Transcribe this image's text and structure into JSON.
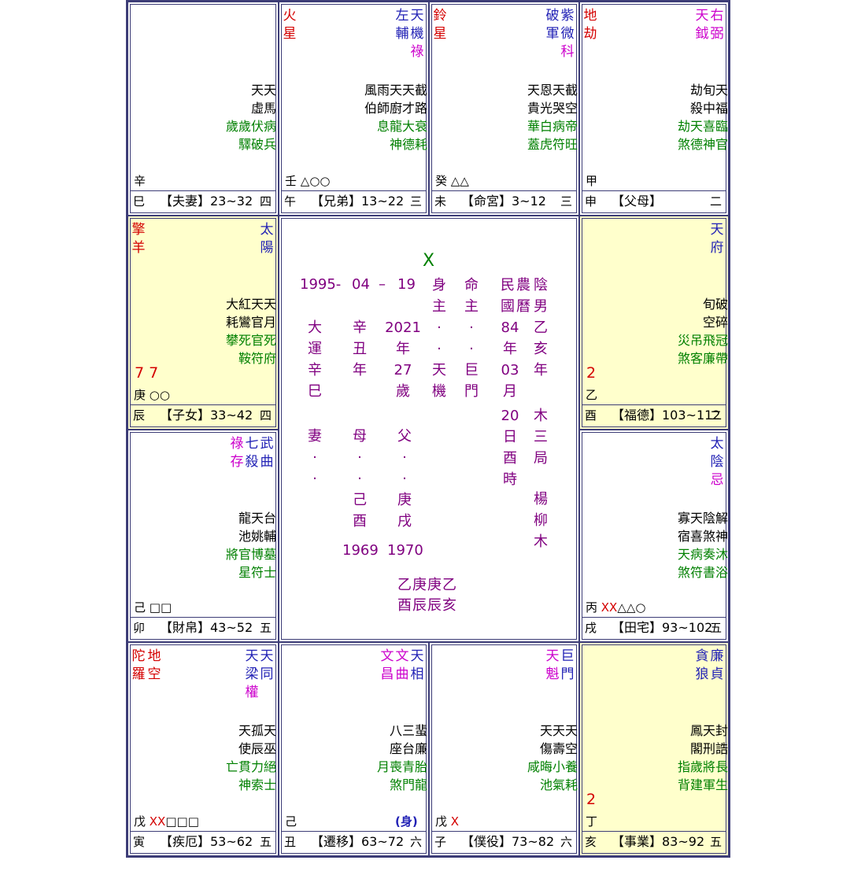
{
  "colors": {
    "red": "#d40000",
    "blue": "#2121b5",
    "magenta": "#cc00cc",
    "green": "#008000",
    "purple": "#800080",
    "yellow_bg": "#ffffcc",
    "border": "#3d3d77"
  },
  "cells": {
    "si": {
      "left_stars": [],
      "right_stars": [],
      "minor": [
        [
          "天天",
          "black"
        ],
        [
          "虛馬",
          "black"
        ],
        [
          "歲歲伏病",
          "green"
        ],
        [
          "驛破兵",
          "green"
        ]
      ],
      "mark": "辛",
      "branch": "巳",
      "palace": "【夫妻】23~32",
      "order": "四"
    },
    "wu": {
      "left_stars": [
        {
          "t": "火星",
          "c": "red"
        }
      ],
      "right_stars": [
        {
          "t": "左輔",
          "c": "blue",
          "h": ""
        },
        {
          "t": "天機",
          "c": "blue",
          "h": "祿"
        }
      ],
      "minor": [
        [
          "風雨天天截",
          "black"
        ],
        [
          "伯師廚才路",
          "black"
        ],
        [
          "息龍大衰",
          "green"
        ],
        [
          "神德耗",
          "green"
        ]
      ],
      "mark": "壬 △○○",
      "branch": "午",
      "palace": "【兄弟】13~22",
      "order": "三"
    },
    "wei": {
      "left_stars": [
        {
          "t": "鈴星",
          "c": "red"
        }
      ],
      "right_stars": [
        {
          "t": "破軍",
          "c": "blue",
          "h": ""
        },
        {
          "t": "紫微",
          "c": "blue",
          "h": "科"
        }
      ],
      "minor": [
        [
          "天恩天截",
          "black"
        ],
        [
          "貴光哭空",
          "black"
        ],
        [
          "華白病帝",
          "green"
        ],
        [
          "蓋虎符旺",
          "green"
        ]
      ],
      "mark": "癸 △△",
      "branch": "未",
      "palace": "【命宮】3~12",
      "order": "三"
    },
    "shen": {
      "left_stars": [
        {
          "t": "地劫",
          "c": "red"
        }
      ],
      "right_stars": [
        {
          "t": "天鉞",
          "c": "mag",
          "h": ""
        },
        {
          "t": "右弼",
          "c": "mag",
          "h": ""
        }
      ],
      "minor": [
        [
          "劫旬天",
          "black"
        ],
        [
          "殺中福",
          "black"
        ],
        [
          "劫天喜臨",
          "green"
        ],
        [
          "煞德神官",
          "green"
        ]
      ],
      "mark": "甲",
      "branch": "申",
      "palace": "【父母】",
      "order": "二"
    },
    "chen": {
      "left_stars": [
        {
          "t": "擎羊",
          "c": "red"
        }
      ],
      "right_stars": [
        {
          "t": "太陽",
          "c": "blue",
          "h": ""
        }
      ],
      "minor": [
        [
          "大紅天天",
          "black"
        ],
        [
          "耗鸞官月",
          "black"
        ],
        [
          "攀死官死",
          "green"
        ],
        [
          "鞍符府",
          "green"
        ]
      ],
      "big": "7 7",
      "mark": "庚 ○○",
      "branch": "辰",
      "palace": "【子女】33~42",
      "order": "四"
    },
    "you": {
      "left_stars": [],
      "right_stars": [
        {
          "t": "天府",
          "c": "blue",
          "h": ""
        }
      ],
      "minor": [
        [
          "旬破",
          "black"
        ],
        [
          "空碎",
          "black"
        ],
        [
          "災吊飛冠",
          "green"
        ],
        [
          "煞客廉帶",
          "green"
        ]
      ],
      "big": "2",
      "mark": "乙",
      "branch": "酉",
      "palace": "【福德】103~112",
      "order": "二"
    },
    "mao": {
      "left_stars": [],
      "right_stars": [
        {
          "t": "祿存",
          "c": "mag",
          "h": ""
        },
        {
          "t": "七殺",
          "c": "blue",
          "h": ""
        },
        {
          "t": "武曲",
          "c": "blue",
          "h": ""
        }
      ],
      "minor": [
        [
          "龍天台",
          "black"
        ],
        [
          "池姚輔",
          "black"
        ],
        [
          "將官博墓",
          "green"
        ],
        [
          "星符士",
          "green"
        ]
      ],
      "mark": "己 □□",
      "branch": "卯",
      "palace": "【財帛】43~52",
      "order": "五"
    },
    "xu": {
      "left_stars": [],
      "right_stars": [
        {
          "t": "太陰",
          "c": "blue",
          "h": "忌"
        }
      ],
      "minor": [
        [
          "寡天陰解",
          "black"
        ],
        [
          "宿喜煞神",
          "black"
        ],
        [
          "天病奏沐",
          "green"
        ],
        [
          "煞符書浴",
          "green"
        ]
      ],
      "mark": "丙 XX△△○",
      "branch": "戌",
      "palace": "【田宅】93~102",
      "order": "五"
    },
    "yin": {
      "left_stars": [
        {
          "t": "陀羅",
          "c": "red"
        },
        {
          "t": "地空",
          "c": "red"
        }
      ],
      "right_stars": [
        {
          "t": "天梁",
          "c": "blue",
          "h": "權"
        },
        {
          "t": "天同",
          "c": "blue",
          "h": ""
        }
      ],
      "minor": [
        [
          "天孤天",
          "black"
        ],
        [
          "使辰巫",
          "black"
        ],
        [
          "亡貫力絕",
          "green"
        ],
        [
          "神索士",
          "green"
        ]
      ],
      "mark": "戊 XX□□□",
      "branch": "寅",
      "palace": "【疾厄】53~62",
      "order": "五"
    },
    "chou": {
      "left_stars": [],
      "right_stars": [
        {
          "t": "文昌",
          "c": "mag",
          "h": ""
        },
        {
          "t": "文曲",
          "c": "mag",
          "h": ""
        },
        {
          "t": "天相",
          "c": "blue",
          "h": ""
        }
      ],
      "minor": [
        [
          "八三蜚",
          "black"
        ],
        [
          "座台廉",
          "black"
        ],
        [
          "月喪青胎",
          "green"
        ],
        [
          "煞門龍",
          "green"
        ]
      ],
      "mark": "己",
      "shen_mark": "(身)",
      "branch": "丑",
      "palace": "【遷移】63~72",
      "order": "六"
    },
    "zi": {
      "left_stars": [],
      "right_stars": [
        {
          "t": "天魁",
          "c": "mag",
          "h": ""
        },
        {
          "t": "巨門",
          "c": "blue",
          "h": ""
        }
      ],
      "minor": [
        [
          "天天天",
          "black"
        ],
        [
          "傷壽空",
          "black"
        ],
        [
          "咸晦小養",
          "green"
        ],
        [
          "池氣耗",
          "green"
        ]
      ],
      "mark": "戊 X",
      "branch": "子",
      "palace": "【僕役】73~82",
      "order": "六"
    },
    "hai": {
      "left_stars": [],
      "right_stars": [
        {
          "t": "貪狼",
          "c": "blue",
          "h": ""
        },
        {
          "t": "廉貞",
          "c": "blue",
          "h": ""
        }
      ],
      "minor": [
        [
          "鳳天封",
          "black"
        ],
        [
          "閣刑誥",
          "black"
        ],
        [
          "指歲將長",
          "green"
        ],
        [
          "背建軍生",
          "green"
        ]
      ],
      "big": "2",
      "mark": "丁",
      "branch": "亥",
      "palace": "【事業】83~92",
      "order": "五"
    }
  },
  "center": {
    "x_mark": "X",
    "birth_year": "1995-",
    "birth_month": "04",
    "birth_dash": "–",
    "birth_day": "19",
    "col_shen": "身主··天機",
    "col_ming": "命主··巨門",
    "col_minnong": "民國",
    "col_nongli": "農曆",
    "col_year84": "84年03月",
    "col_day": "20日酉時",
    "col_yin": "陰男",
    "col_yihai": "乙亥年",
    "col_mu": "木三局",
    "col_yang": "楊柳木",
    "col_dayun": "大運辛巳",
    "col_xinchou": "辛丑年",
    "col_2021": "2021年27歲",
    "col_qi": "妻··",
    "col_mother": "母··己酉",
    "col_father": "父··庚戌",
    "year_mother": "1969",
    "year_father": "1970",
    "bazi_top": "乙庚庚乙",
    "bazi_bottom": "酉辰辰亥"
  }
}
